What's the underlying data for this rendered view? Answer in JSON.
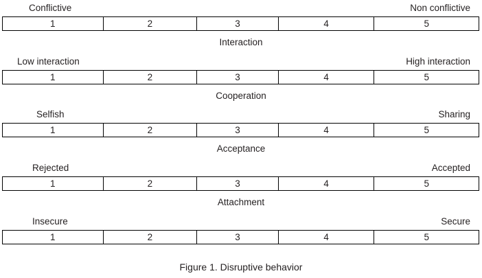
{
  "figure": {
    "caption": "Figure 1. Disruptive behavior",
    "scale_points": [
      "1",
      "2",
      "3",
      "4",
      "5"
    ],
    "scales": [
      {
        "dimension": "Interaction",
        "anchor_low": "Conflictive",
        "anchor_high": "Non conflictive",
        "points": [
          "1",
          "2",
          "3",
          "4",
          "5"
        ]
      },
      {
        "dimension": "Cooperation",
        "anchor_low": "Low interaction",
        "anchor_high": "High interaction",
        "points": [
          "1",
          "2",
          "3",
          "4",
          "5"
        ]
      },
      {
        "dimension": "Acceptance",
        "anchor_low": "Selfish",
        "anchor_high": "Sharing",
        "points": [
          "1",
          "2",
          "3",
          "4",
          "5"
        ]
      },
      {
        "dimension": "Attachment",
        "anchor_low": "Rejected",
        "anchor_high": "Accepted",
        "points": [
          "1",
          "2",
          "3",
          "4",
          "5"
        ]
      },
      {
        "dimension": "",
        "anchor_low": "Insecure",
        "anchor_high": "Secure",
        "points": [
          "1",
          "2",
          "3",
          "4",
          "5"
        ]
      }
    ]
  },
  "colors": {
    "text": "#231f20",
    "border": "#000000",
    "background": "#ffffff"
  }
}
